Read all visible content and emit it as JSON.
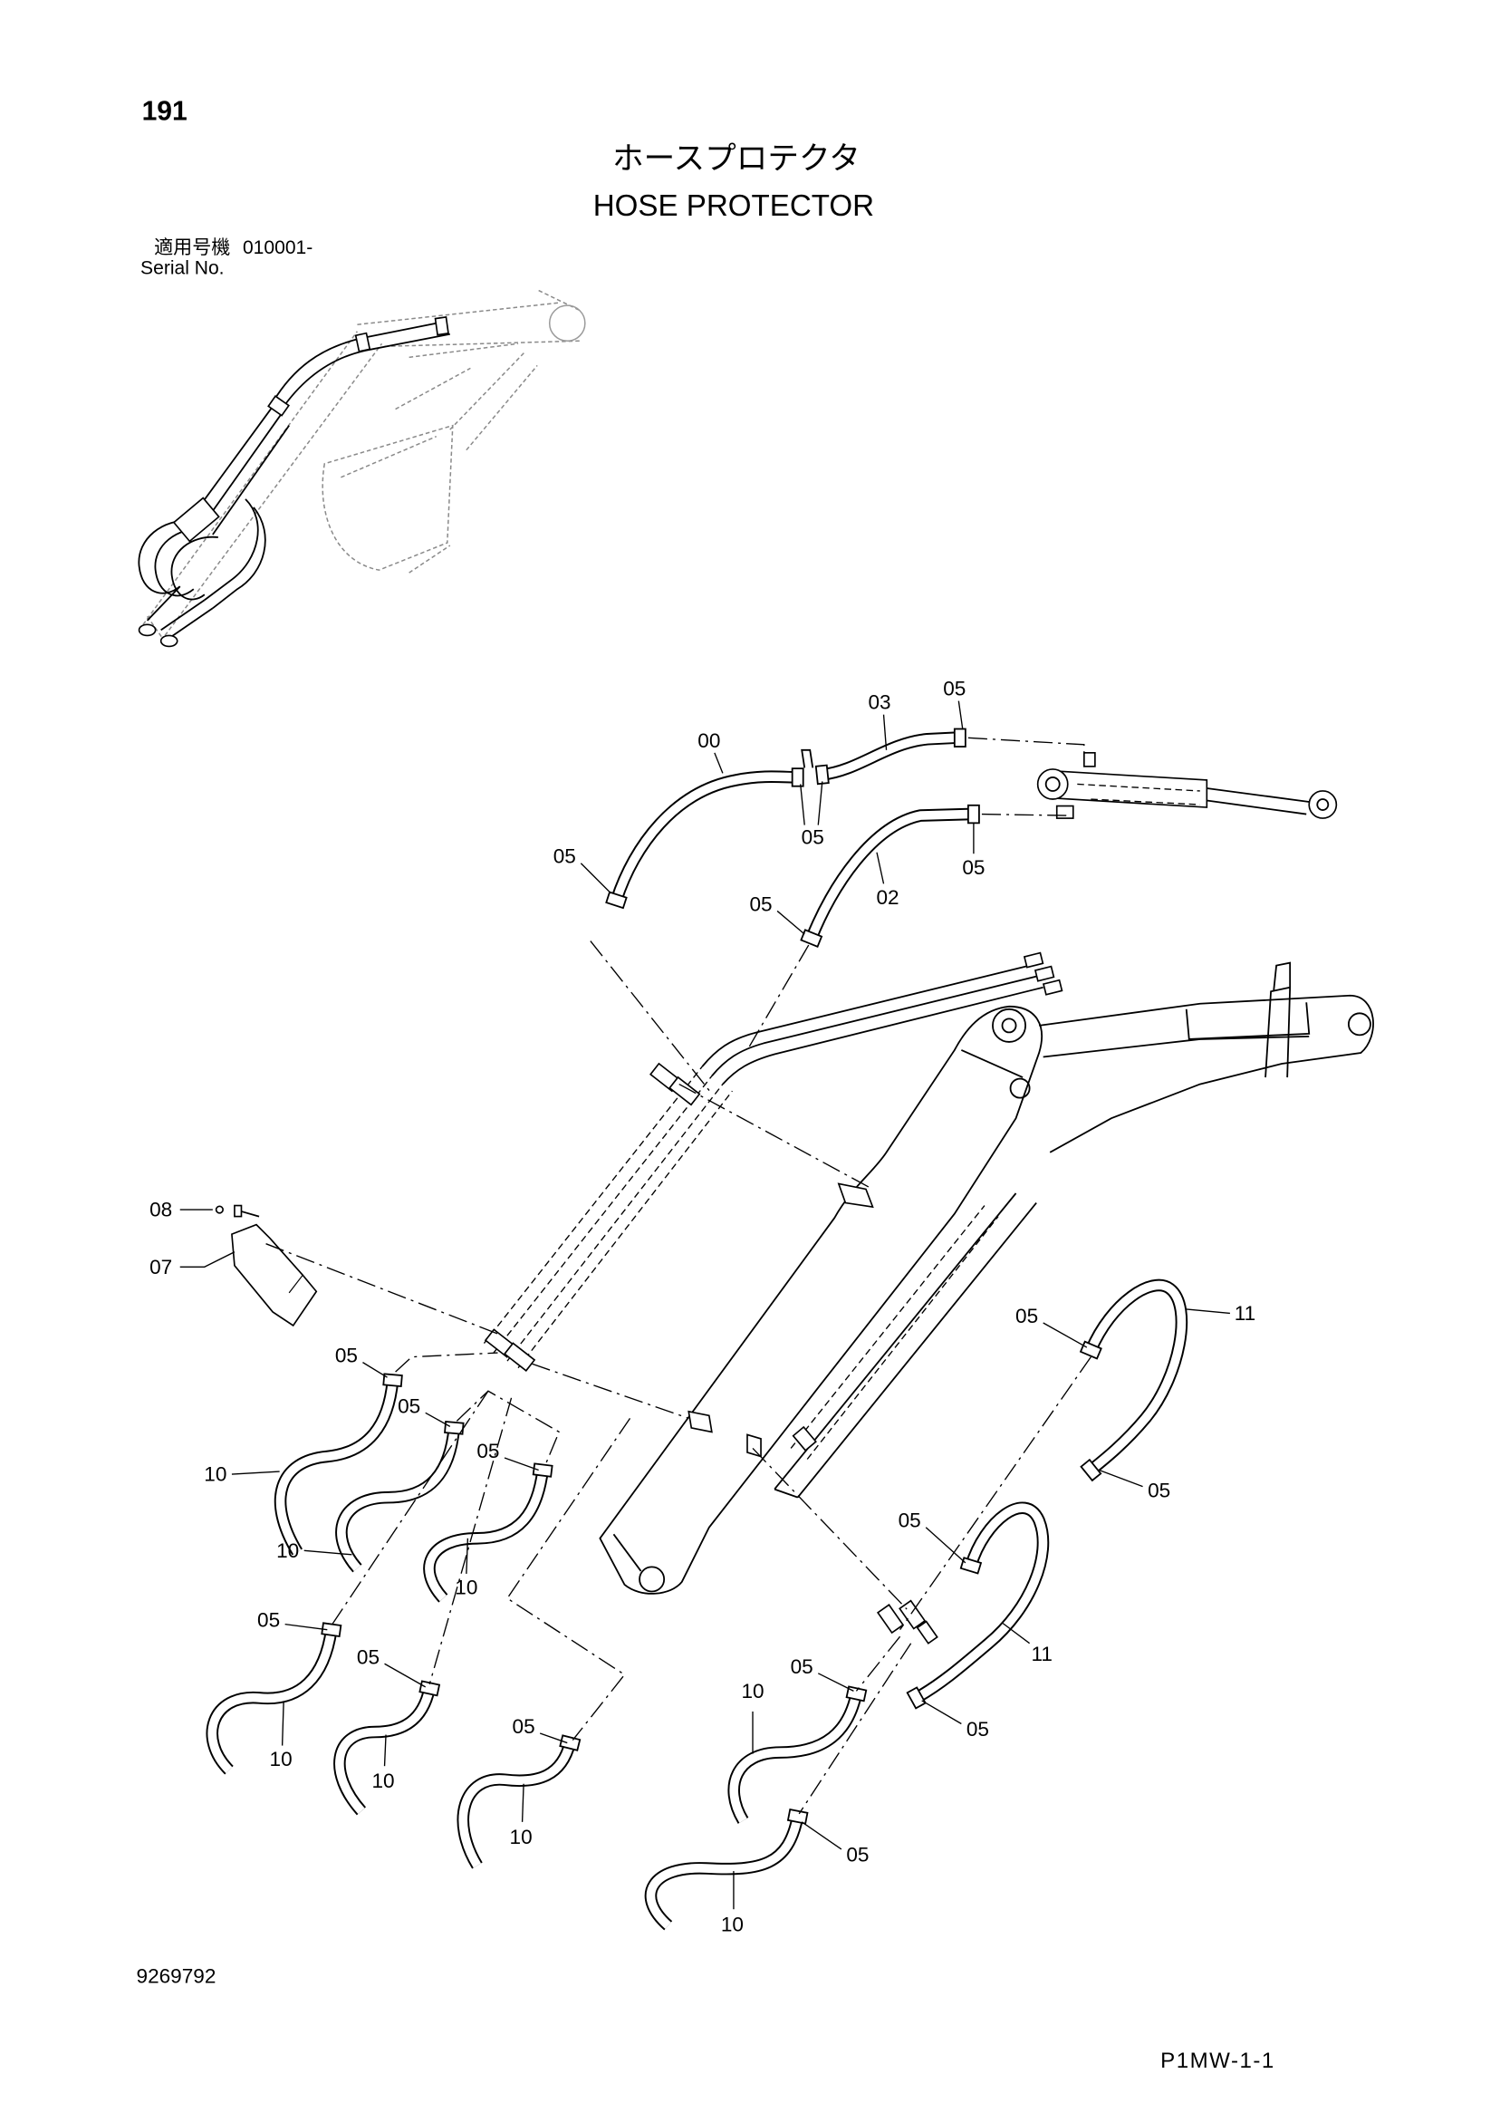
{
  "header": {
    "page_number": "191",
    "title_jp": "ホースプロテクタ",
    "title_en": "HOSE PROTECTOR",
    "serial_label_jp": "適用号機",
    "serial_range": "010001-",
    "serial_label_en": "Serial No."
  },
  "callouts": [
    "05",
    "03",
    "00",
    "05",
    "05",
    "05",
    "02",
    "05",
    "08",
    "07",
    "05",
    "05",
    "11",
    "05",
    "05",
    "10",
    "05",
    "05",
    "10",
    "10",
    "05",
    "11",
    "05",
    "05",
    "10",
    "05",
    "05",
    "10",
    "10",
    "10",
    "05",
    "10"
  ],
  "footer": {
    "drawing_number": "9269792",
    "page_code": "P1MW-1-1"
  }
}
